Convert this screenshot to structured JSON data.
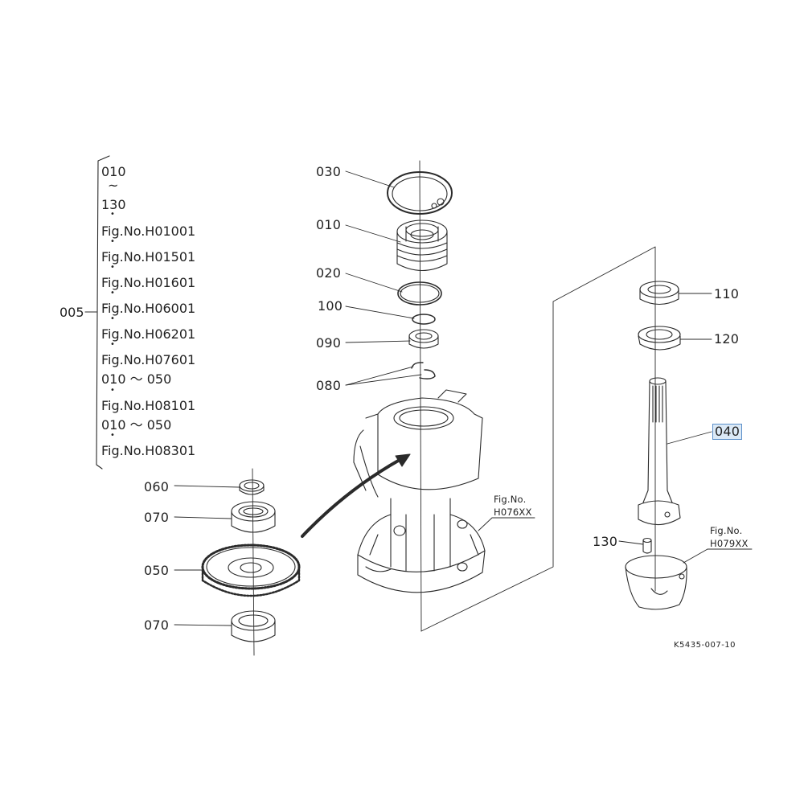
{
  "group": {
    "label": "005",
    "lines": [
      "010",
      "~",
      "130",
      "Fig.No.H01001",
      "Fig.No.H01501",
      "Fig.No.H01601",
      "Fig.No.H06001",
      "Fig.No.H06201",
      "Fig.No.H07601",
      "010 ～ 050",
      "Fig.No.H08101",
      "010 ～ 050",
      "Fig.No.H08301"
    ]
  },
  "parts": {
    "p010": "010",
    "p020": "020",
    "p030": "030",
    "p040": "040",
    "p050": "050",
    "p060": "060",
    "p070a": "070",
    "p070b": "070",
    "p080": "080",
    "p090": "090",
    "p100": "100",
    "p110": "110",
    "p120": "120",
    "p130": "130"
  },
  "fig_refs": {
    "housing_line1": "Fig.No.",
    "housing_line2": "H076XX",
    "cup_line1": "Fig.No.",
    "cup_line2": "H079XX"
  },
  "drawing_code": "K5435-007-10",
  "selected_part": "040",
  "colors": {
    "line": "#2a2a2a",
    "highlight_bg": "#dbe9f6",
    "highlight_border": "#5b8fc9"
  }
}
